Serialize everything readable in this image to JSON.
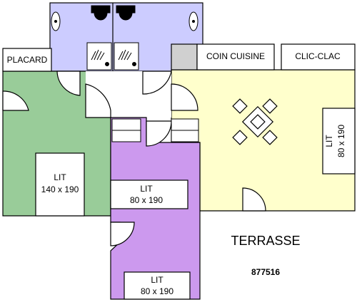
{
  "labels": {
    "closet": "PLACARD",
    "kitchenette": "COIN CUISINE",
    "sofa_bed": "CLIC-CLAC",
    "terrace": "TERRASSE",
    "reference": "877516"
  },
  "beds": {
    "double": {
      "label": "LIT",
      "size": "140 x 190"
    },
    "bedroom_single": {
      "label": "LIT",
      "size": "80 x 190"
    },
    "bottom_single": {
      "label": "LIT",
      "size": "80 x 190"
    },
    "living_single": {
      "label": "LIT",
      "size": "80 x 190"
    }
  },
  "colors": {
    "bedroom_green": "#99cc99",
    "bedroom_purple": "#cc99ee",
    "bathroom_blue": "#ccccff",
    "living_yellow": "#ffffcc",
    "kitchen_grey": "#d0d0d0",
    "walls": "#000000"
  }
}
